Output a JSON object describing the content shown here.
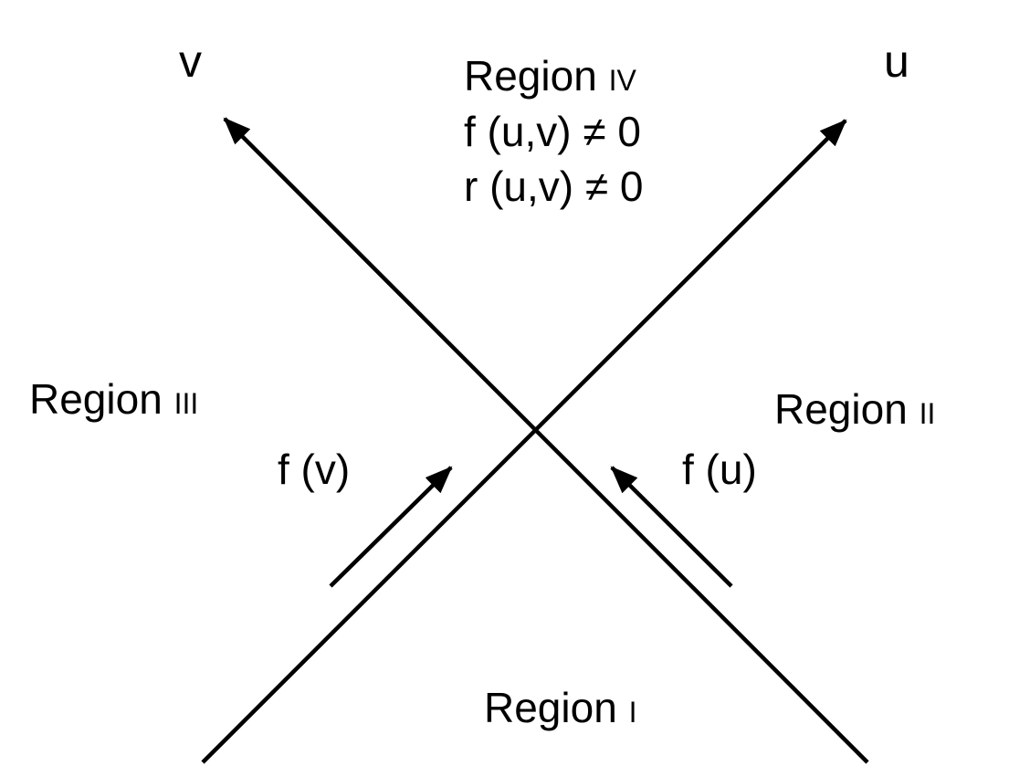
{
  "axes": {
    "v_label": "v",
    "u_label": "u"
  },
  "regions": {
    "iv": {
      "word": "Region",
      "numeral": "IV",
      "line1": "f (u,v) ≠ 0",
      "line2": "r (u,v) ≠ 0"
    },
    "iii": {
      "word": "Region",
      "numeral": "III"
    },
    "ii": {
      "word": "Region",
      "numeral": "II"
    },
    "i": {
      "word": "Region",
      "numeral": "I"
    }
  },
  "flows": {
    "left_label": "f (v)",
    "right_label": "f (u)"
  },
  "colors": {
    "line": "#000000",
    "background": "#ffffff"
  }
}
